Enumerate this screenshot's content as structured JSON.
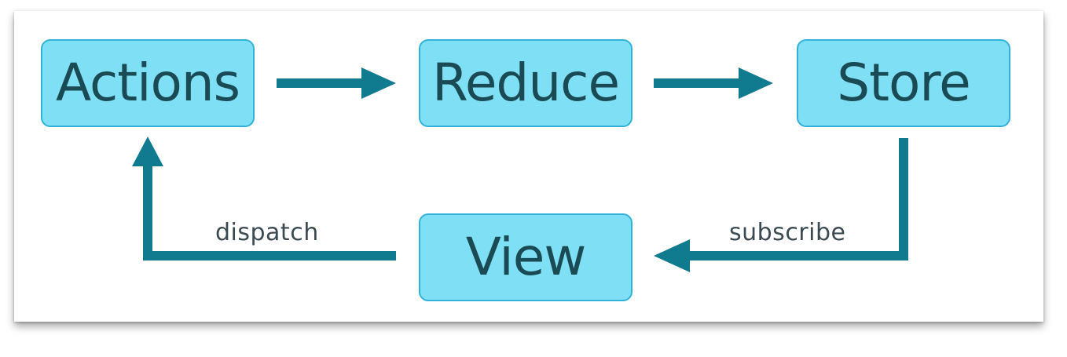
{
  "nodes": {
    "actions": "Actions",
    "reduce": "Reduce",
    "store": "Store",
    "view": "View"
  },
  "edges": {
    "dispatch": "dispatch",
    "subscribe": "subscribe"
  },
  "colors": {
    "node_fill": "#7fdff5",
    "node_border": "#31b3d9",
    "node_text": "#1a4b55",
    "arrow": "#107a8e"
  }
}
